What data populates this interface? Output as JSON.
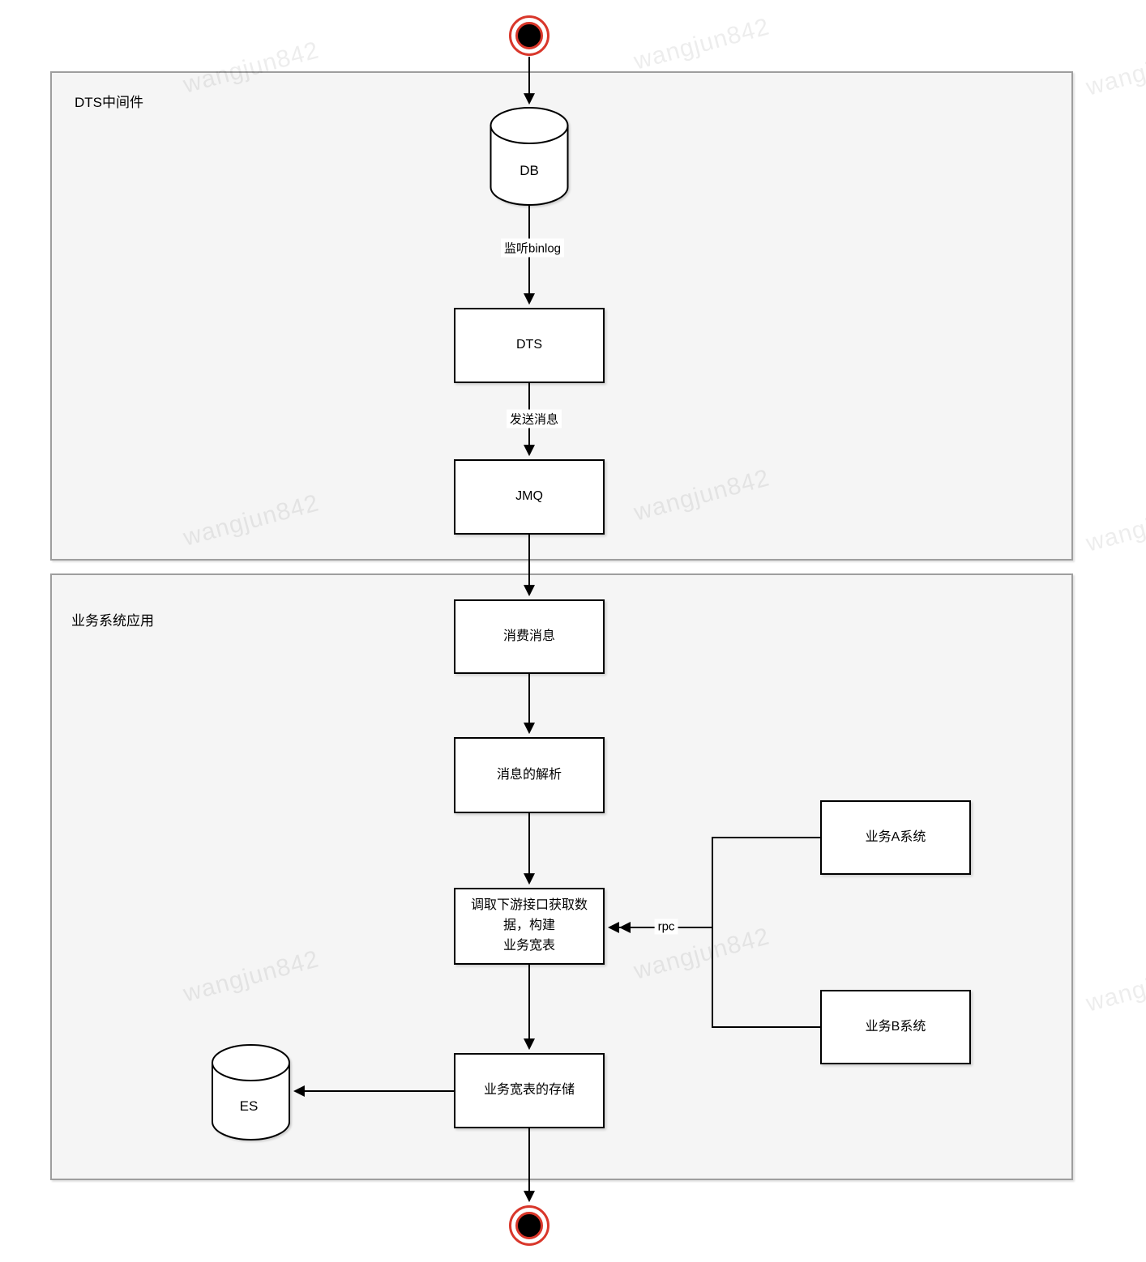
{
  "watermark": {
    "text": "wangjun842"
  },
  "groups": [
    {
      "label": "DTS中间件"
    },
    {
      "label": "业务系统应用"
    }
  ],
  "nodes": {
    "db": "DB",
    "dts": "DTS",
    "jmq": "JMQ",
    "consume": "消费消息",
    "parse": "消息的解析",
    "fetch": "调取下游接口获取数据，构建\n业务宽表",
    "storage": "业务宽表的存储",
    "es": "ES",
    "system_a": "业务A系统",
    "system_b": "业务B系统"
  },
  "edge_labels": {
    "listen_binlog": "监听binlog",
    "send_message": "发送消息",
    "rpc": "rpc"
  },
  "colors": {
    "terminal_red": "#d9372b",
    "group_border": "#9e9e9e",
    "group_fill": "#f5f5f5",
    "line": "#000000"
  }
}
